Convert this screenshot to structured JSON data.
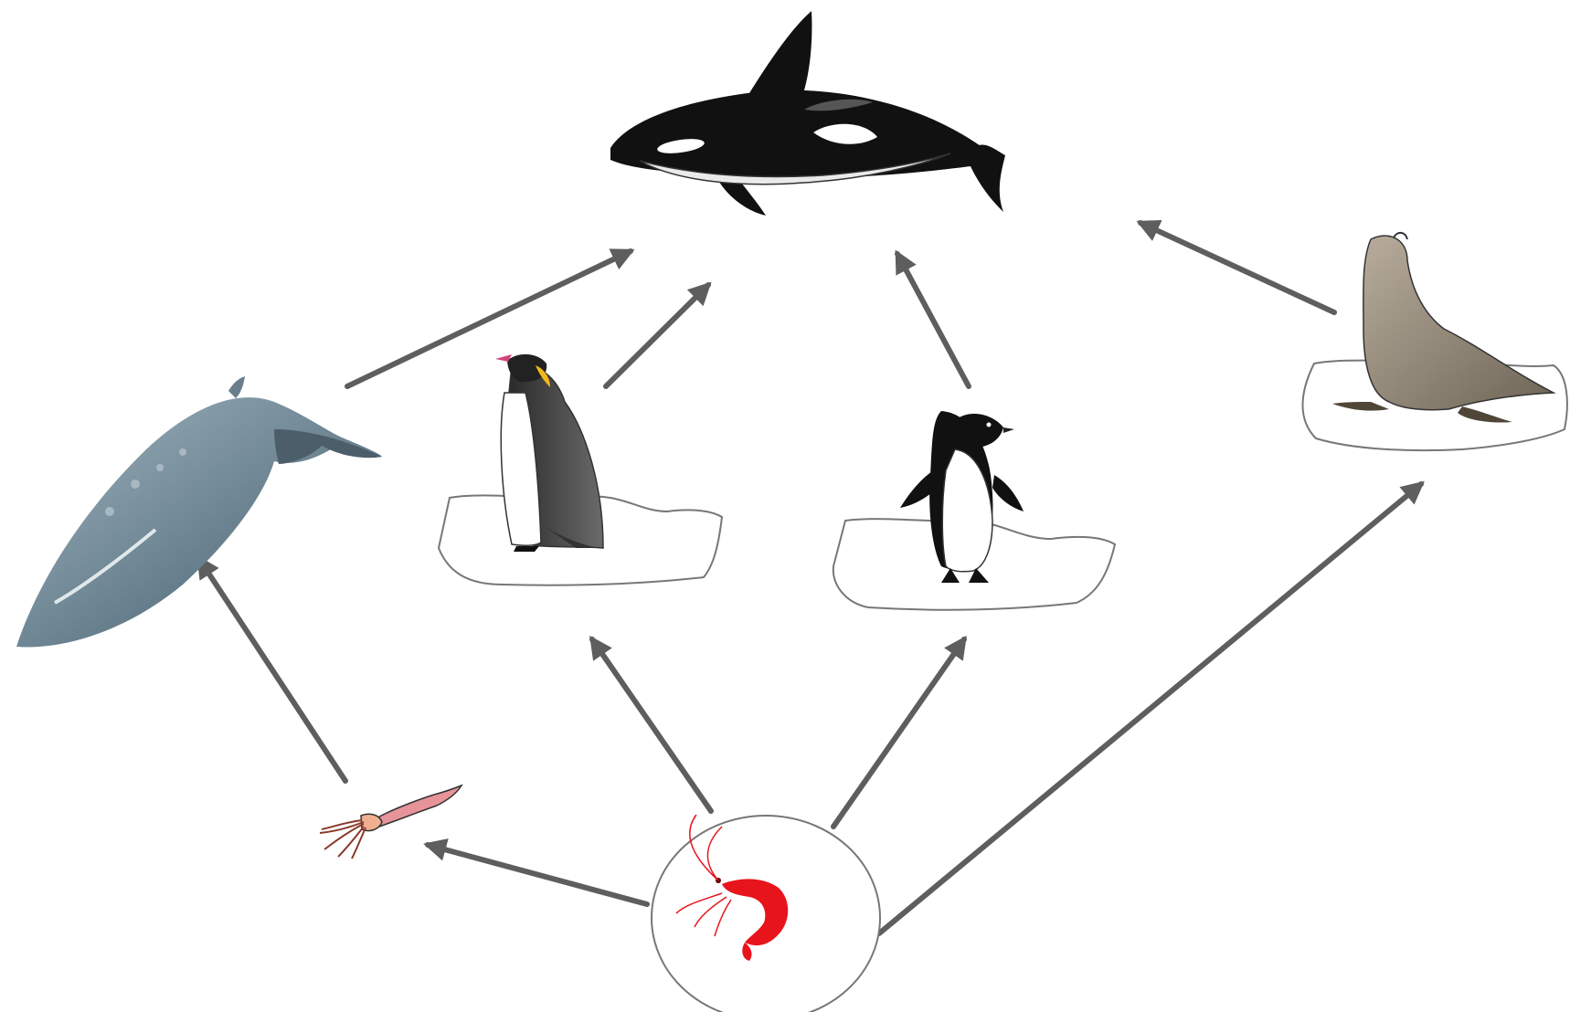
{
  "diagram": {
    "type": "food-web",
    "nodes": [
      {
        "id": "krill",
        "icon": "krill-icon"
      },
      {
        "id": "squid",
        "icon": "squid-icon"
      },
      {
        "id": "baleen-whale",
        "icon": "whale-icon"
      },
      {
        "id": "emperor-penguin",
        "icon": "emperor-penguin-icon"
      },
      {
        "id": "adelie-penguin",
        "icon": "adelie-penguin-icon"
      },
      {
        "id": "seal",
        "icon": "seal-icon"
      },
      {
        "id": "orca",
        "icon": "orca-icon"
      }
    ],
    "edges": [
      {
        "from": "krill",
        "to": "squid"
      },
      {
        "from": "krill",
        "to": "emperor-penguin"
      },
      {
        "from": "krill",
        "to": "adelie-penguin"
      },
      {
        "from": "krill",
        "to": "seal"
      },
      {
        "from": "squid",
        "to": "baleen-whale"
      },
      {
        "from": "baleen-whale",
        "to": "orca"
      },
      {
        "from": "emperor-penguin",
        "to": "orca"
      },
      {
        "from": "adelie-penguin",
        "to": "orca"
      },
      {
        "from": "seal",
        "to": "orca"
      }
    ],
    "colors": {
      "arrow": "#5e5e5e",
      "krill": "#e8141c",
      "orca": "#111111",
      "whale": "#6e8a99",
      "seal": "#8a8070",
      "squid": "#e6949a"
    }
  }
}
